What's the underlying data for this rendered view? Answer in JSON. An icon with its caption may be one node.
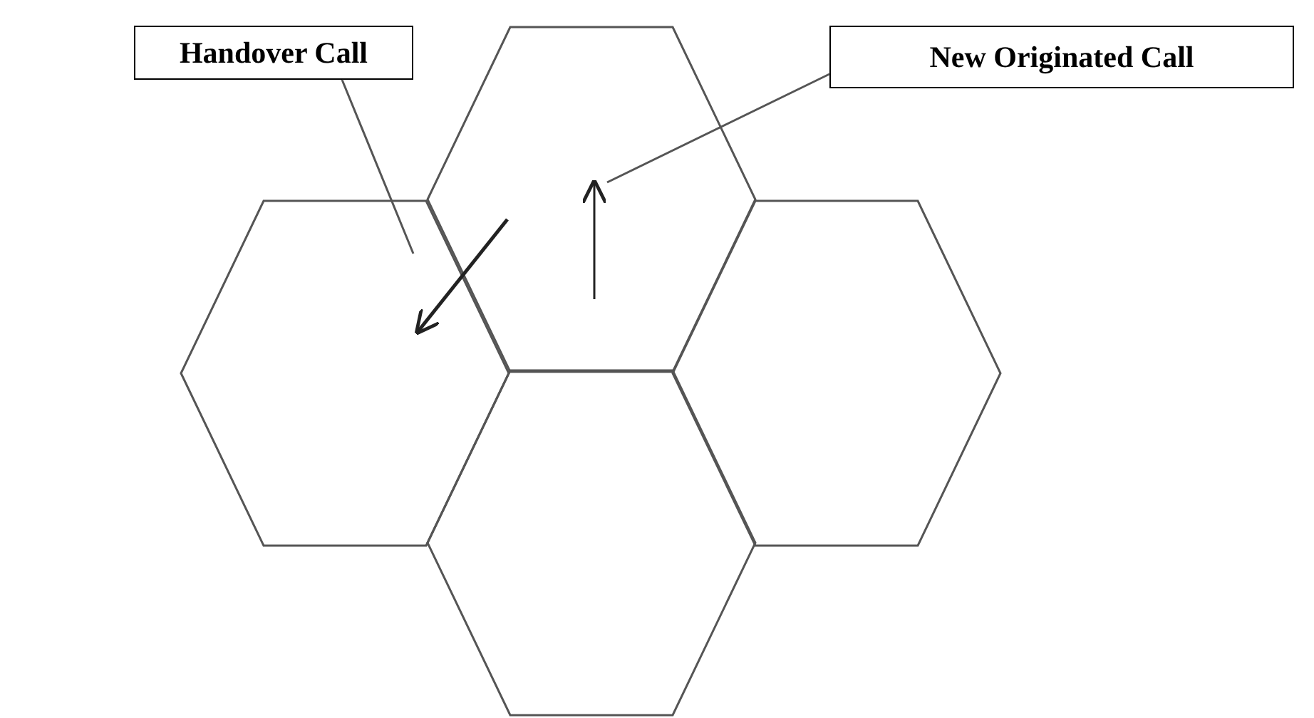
{
  "diagram": {
    "nodes": [
      {
        "text": [
          "Handover Call"
        ]
      },
      {
        "text": [
          "New Originated Call"
        ]
      },
      {
        "text": [],
        "shape": "arrow"
      },
      {
        "text": [],
        "shape": "arrow"
      }
    ],
    "edges": [
      {
        "from": 0,
        "to": 2,
        "arrow": "none"
      },
      {
        "from": 1,
        "to": 3,
        "arrow": "none"
      }
    ]
  }
}
